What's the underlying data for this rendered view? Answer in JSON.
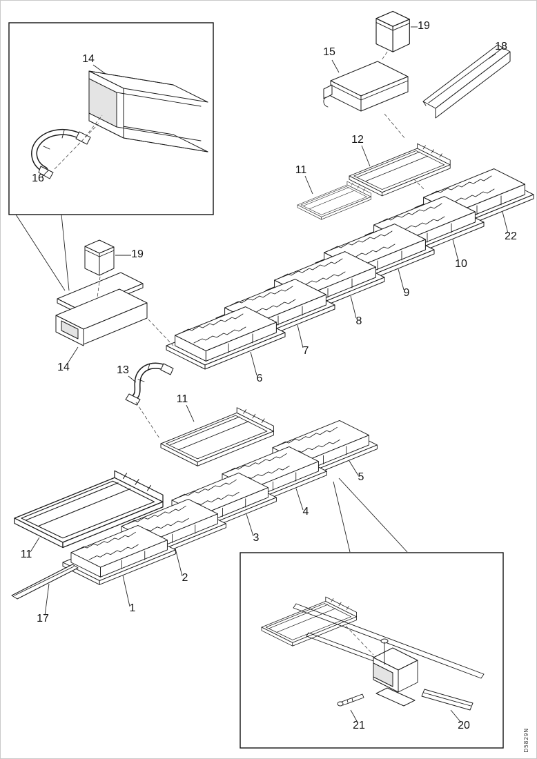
{
  "document": {
    "type": "exploded-parts-diagram",
    "page_code": "D5829N"
  },
  "colors": {
    "line": "#1a1a1a",
    "background": "#ffffff",
    "interior_shade": "#e4e4e4"
  },
  "callouts": {
    "inset14": "14",
    "inset16": "16",
    "top19": "19",
    "p15": "15",
    "p18": "18",
    "p12": "12",
    "p11_top": "11",
    "p22": "22",
    "p10": "10",
    "p9": "9",
    "p8": "8",
    "p7": "7",
    "p6": "6",
    "mid19": "19",
    "mid14": "14",
    "p13": "13",
    "p11_mid": "11",
    "p5": "5",
    "p4": "4",
    "p3": "3",
    "p2": "2",
    "p11_left": "11",
    "p1": "1",
    "p17": "17",
    "p21": "21",
    "p20": "20"
  }
}
